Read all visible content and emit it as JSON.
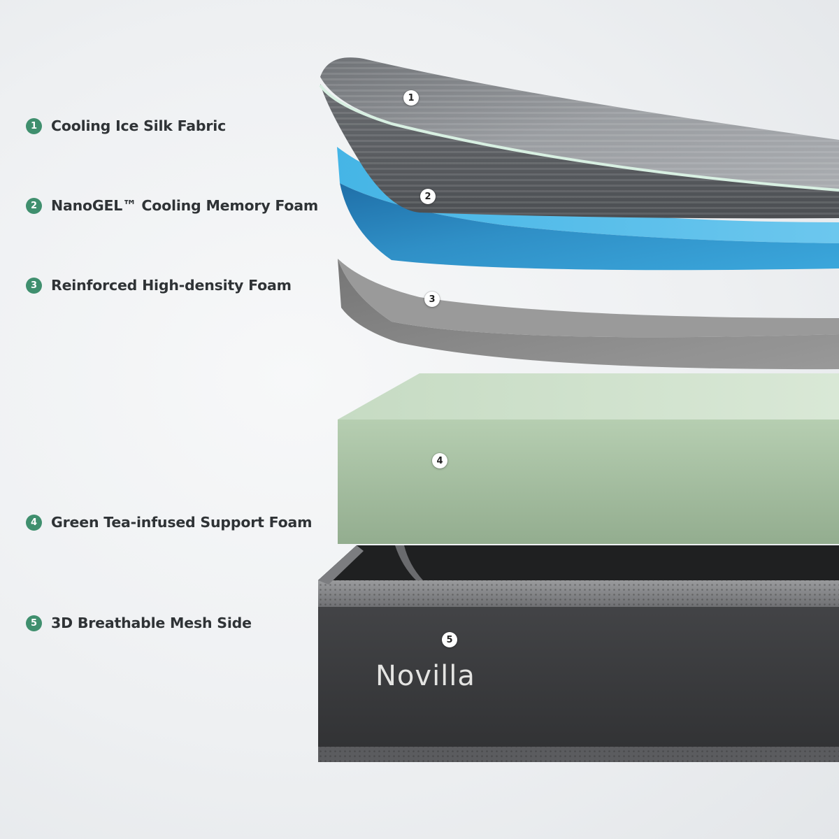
{
  "layers": [
    {
      "number": "1",
      "label": "Cooling Ice Silk Fabric",
      "icon": "fabric-layer"
    },
    {
      "number": "2",
      "label": "NanoGEL™ Cooling Memory Foam",
      "icon": "gel-foam-layer"
    },
    {
      "number": "3",
      "label": "Reinforced High-density Foam",
      "icon": "high-density-foam-layer"
    },
    {
      "number": "4",
      "label": "Green Tea-infused Support Foam",
      "icon": "support-foam-layer"
    },
    {
      "number": "5",
      "label": "3D Breathable Mesh Side",
      "icon": "mesh-base-layer"
    }
  ],
  "brand": "Novilla",
  "colors": {
    "badge": "#3f8f6e",
    "fabric": "#8c8f93",
    "gel": "#3aa0d2",
    "high_density": "#8a8a8a",
    "support": "#a7c3a3",
    "base": "#3d3d3f"
  }
}
